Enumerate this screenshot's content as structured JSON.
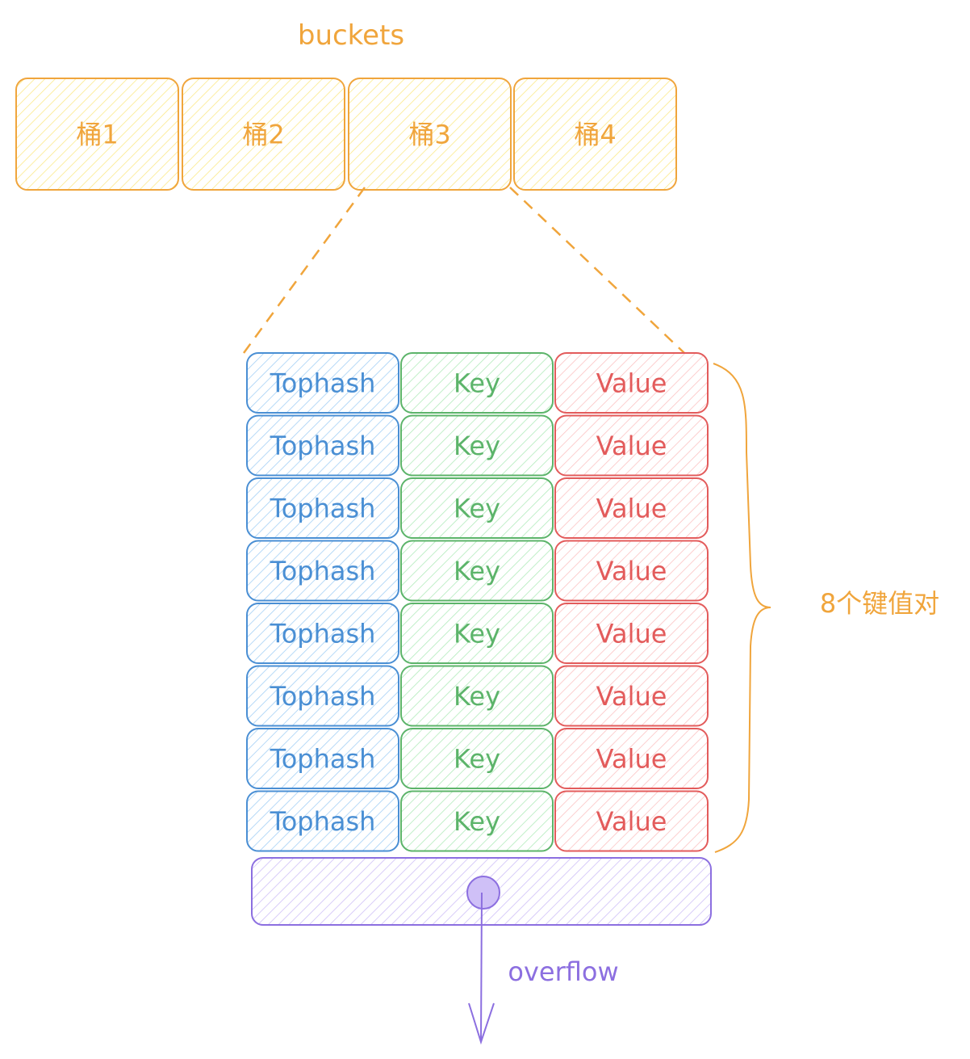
{
  "title": "buckets",
  "buckets": [
    "桶1",
    "桶2",
    "桶3",
    "桶4"
  ],
  "rows": [
    {
      "tophash": "Tophash",
      "key": "Key",
      "value": "Value"
    },
    {
      "tophash": "Tophash",
      "key": "Key",
      "value": "Value"
    },
    {
      "tophash": "Tophash",
      "key": "Key",
      "value": "Value"
    },
    {
      "tophash": "Tophash",
      "key": "Key",
      "value": "Value"
    },
    {
      "tophash": "Tophash",
      "key": "Key",
      "value": "Value"
    },
    {
      "tophash": "Tophash",
      "key": "Key",
      "value": "Value"
    },
    {
      "tophash": "Tophash",
      "key": "Key",
      "value": "Value"
    },
    {
      "tophash": "Tophash",
      "key": "Key",
      "value": "Value"
    }
  ],
  "brace_label": "8个键值对",
  "overflow_label": "overflow",
  "colors": {
    "orange": "#f0a53c",
    "orange_fill": "#fbe98a",
    "blue": "#4a8fd4",
    "blue_fill": "#a5d0f5",
    "green": "#5cb46a",
    "green_fill": "#b2ebbb",
    "red": "#e35b5b",
    "red_fill": "#fbc3c3",
    "purple": "#8c6fe0",
    "purple_fill": "#cfc0f7"
  }
}
